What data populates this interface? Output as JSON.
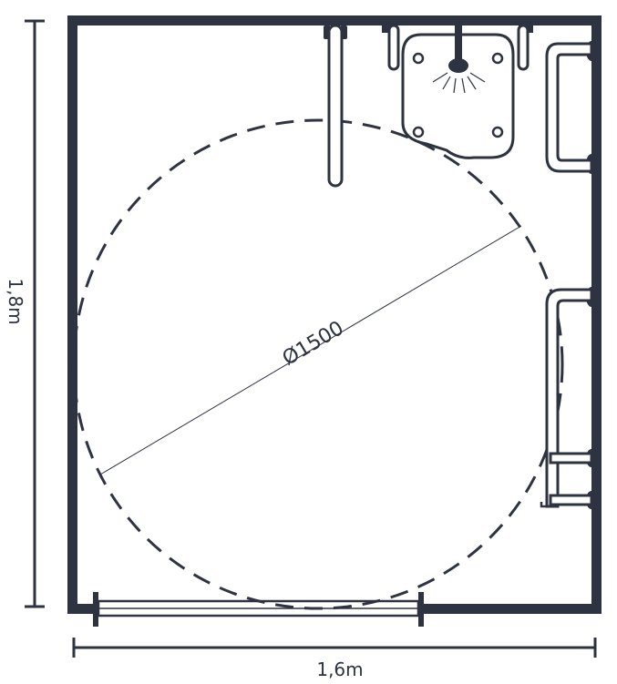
{
  "colors": {
    "wall": "#2d3340",
    "line": "#2d3340",
    "fixture_fill": "#ffffff",
    "background": "#ffffff"
  },
  "labels": {
    "height_dimension": "1,8m",
    "width_dimension": "1,6m",
    "turning_circle_diameter": "Ø1500"
  },
  "icons": {
    "shower": "shower-head-icon",
    "seat": "fold-down-shower-seat-icon",
    "grab_rail_vertical": "vertical-grab-rail-icon",
    "grab_rail_horizontal": "horizontal-grab-rail-icon",
    "door": "sliding-door-icon"
  }
}
